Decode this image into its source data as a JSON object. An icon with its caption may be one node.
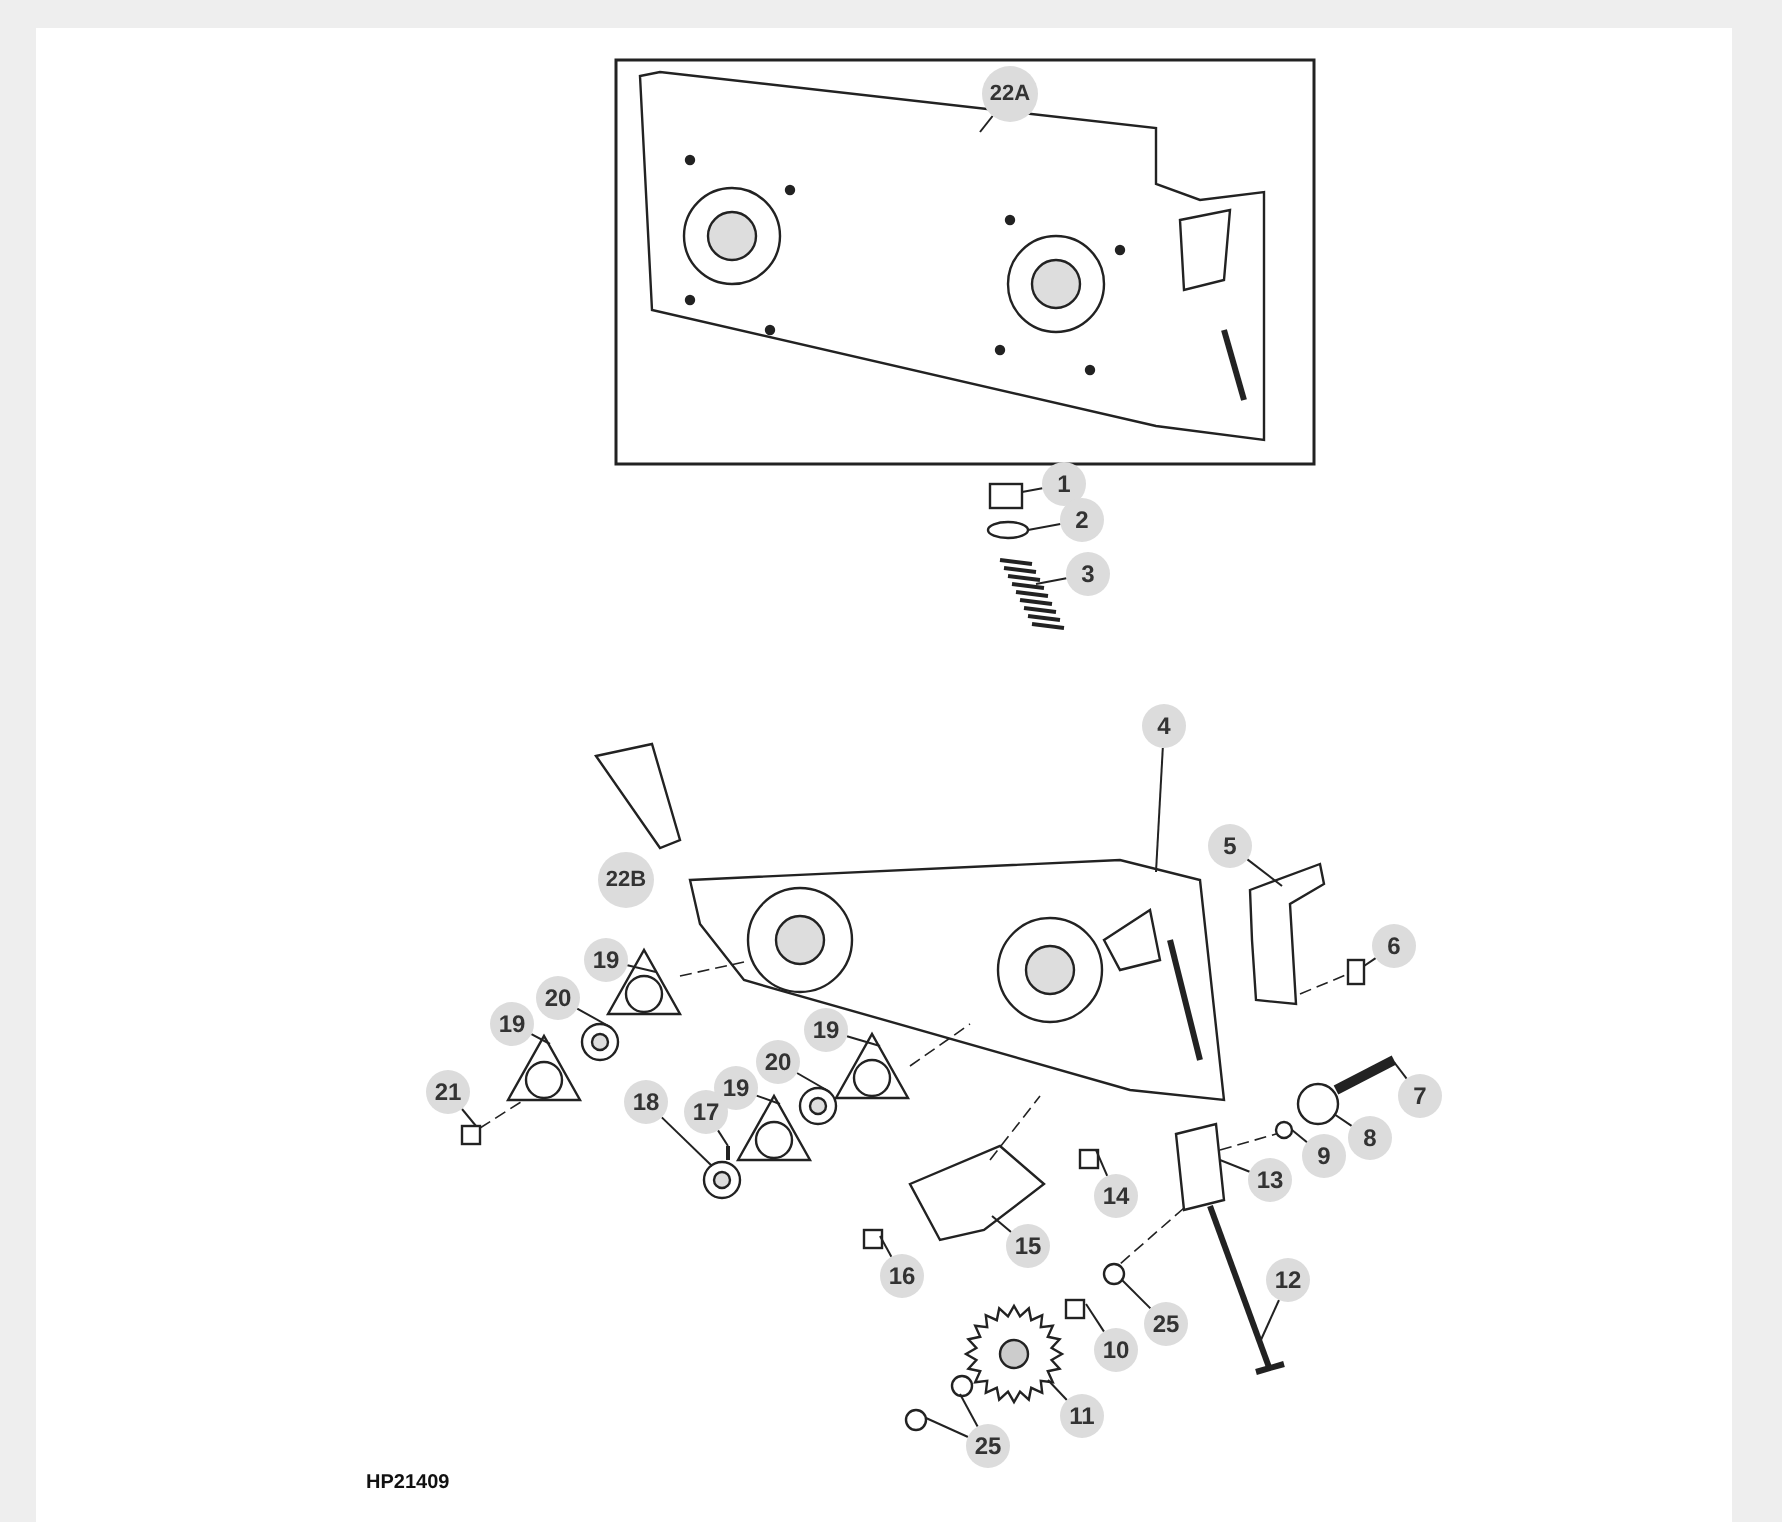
{
  "diagram": {
    "nodes": [
      {
        "text": [
          "22A"
        ]
      },
      {
        "text": [
          "1"
        ]
      },
      {
        "text": [
          "2"
        ]
      },
      {
        "text": [
          "3"
        ]
      },
      {
        "text": [
          "4"
        ]
      },
      {
        "text": [
          "22B"
        ]
      },
      {
        "text": [
          "5"
        ]
      },
      {
        "text": [
          "6"
        ]
      },
      {
        "text": [
          "19"
        ]
      },
      {
        "text": [
          "20"
        ]
      },
      {
        "text": [
          "19"
        ]
      },
      {
        "text": [
          "21"
        ]
      },
      {
        "text": [
          "19"
        ]
      },
      {
        "text": [
          "20"
        ]
      },
      {
        "text": [
          "7"
        ]
      },
      {
        "text": [
          "19"
        ]
      },
      {
        "text": [
          "18"
        ]
      },
      {
        "text": [
          "17"
        ]
      },
      {
        "text": [
          "8"
        ]
      },
      {
        "text": [
          "9"
        ]
      },
      {
        "text": [
          "13"
        ]
      },
      {
        "text": [
          "14"
        ]
      },
      {
        "text": [
          "15"
        ]
      },
      {
        "text": [
          "16"
        ]
      },
      {
        "text": [
          "12"
        ]
      },
      {
        "text": [
          "25"
        ]
      },
      {
        "text": [
          "10"
        ]
      },
      {
        "text": [
          "11"
        ]
      },
      {
        "text": [
          "25"
        ]
      },
      {
        "text": [],
        "shape": "picture"
      },
      {
        "text": [],
        "shape": "box"
      },
      {
        "text": [],
        "shape": "circle"
      },
      {
        "text": [],
        "shape": "picture"
      },
      {
        "text": [],
        "shape": "picture"
      },
      {
        "text": [],
        "shape": "box"
      },
      {
        "text": [],
        "shape": "picture"
      },
      {
        "text": [],
        "shape": "picture"
      },
      {
        "text": [],
        "shape": "picture"
      },
      {
        "text": [],
        "shape": "box"
      },
      {
        "text": [],
        "shape": "picture"
      },
      {
        "text": [],
        "shape": "picture"
      },
      {
        "text": [],
        "shape": "picture"
      },
      {
        "text": [],
        "shape": "picture"
      },
      {
        "text": [],
        "shape": "picture"
      },
      {
        "text": [],
        "shape": "picture"
      },
      {
        "text": [],
        "shape": "circle"
      },
      {
        "text": [],
        "shape": "circle"
      },
      {
        "text": [],
        "shape": "picture"
      },
      {
        "text": [],
        "shape": "box"
      },
      {
        "text": [],
        "shape": "picture"
      },
      {
        "text": [],
        "shape": "box"
      },
      {
        "text": [],
        "shape": "picture"
      },
      {
        "text": [],
        "shape": "circle"
      },
      {
        "text": [],
        "shape": "box"
      },
      {
        "text": [],
        "shape": "picture"
      },
      {
        "text": [],
        "shape": "circle"
      },
      {
        "text": [],
        "shape": "circle"
      },
      {
        "text": [],
        "shape": "picture"
      }
    ],
    "edges": [
      {
        "from": 0,
        "to": 29,
        "arrow": "none"
      },
      {
        "from": 1,
        "to": 30,
        "arrow": "none"
      },
      {
        "from": 2,
        "to": 31,
        "arrow": "none"
      },
      {
        "from": 3,
        "to": 32,
        "arrow": "none"
      },
      {
        "from": 4,
        "to": 57,
        "arrow": "none"
      },
      {
        "from": 6,
        "to": 33,
        "arrow": "none"
      },
      {
        "from": 7,
        "to": 34,
        "arrow": "none"
      },
      {
        "from": 8,
        "to": 35,
        "arrow": "none"
      },
      {
        "from": 9,
        "to": 36,
        "arrow": "none"
      },
      {
        "from": 10,
        "to": 37,
        "arrow": "none"
      },
      {
        "from": 11,
        "to": 38,
        "arrow": "none"
      },
      {
        "from": 12,
        "to": 39,
        "arrow": "none"
      },
      {
        "from": 13,
        "to": 40,
        "arrow": "none"
      },
      {
        "from": 14,
        "to": 41,
        "arrow": "none"
      },
      {
        "from": 15,
        "to": 42,
        "arrow": "none"
      },
      {
        "from": 16,
        "to": 43,
        "arrow": "none"
      },
      {
        "from": 17,
        "to": 44,
        "arrow": "none"
      },
      {
        "from": 18,
        "to": 45,
        "arrow": "none"
      },
      {
        "from": 19,
        "to": 46,
        "arrow": "none"
      },
      {
        "from": 20,
        "to": 47,
        "arrow": "none"
      },
      {
        "from": 21,
        "to": 48,
        "arrow": "none"
      },
      {
        "from": 22,
        "to": 49,
        "arrow": "none"
      },
      {
        "from": 23,
        "to": 50,
        "arrow": "none"
      },
      {
        "from": 24,
        "to": 51,
        "arrow": "none"
      },
      {
        "from": 25,
        "to": 52,
        "arrow": "none"
      },
      {
        "from": 26,
        "to": 53,
        "arrow": "none"
      },
      {
        "from": 27,
        "to": 54,
        "arrow": "none"
      },
      {
        "from": 28,
        "to": 55,
        "arrow": "none"
      },
      {
        "from": 28,
        "to": 56,
        "arrow": "none"
      },
      {
        "from": 35,
        "to": 57,
        "arrow": "none",
        "style": "dashed"
      },
      {
        "from": 37,
        "to": 38,
        "arrow": "none",
        "style": "dashed"
      },
      {
        "from": 39,
        "to": 57,
        "arrow": "none",
        "style": "dashed"
      },
      {
        "from": 49,
        "to": 57,
        "arrow": "none",
        "style": "dashed"
      },
      {
        "from": 47,
        "to": 46,
        "arrow": "none",
        "style": "dashed"
      },
      {
        "from": 47,
        "to": 52,
        "arrow": "none",
        "style": "dashed"
      },
      {
        "from": 33,
        "to": 34,
        "arrow": "none",
        "style": "dashed"
      }
    ],
    "labels": [
      "HP21409"
    ]
  }
}
